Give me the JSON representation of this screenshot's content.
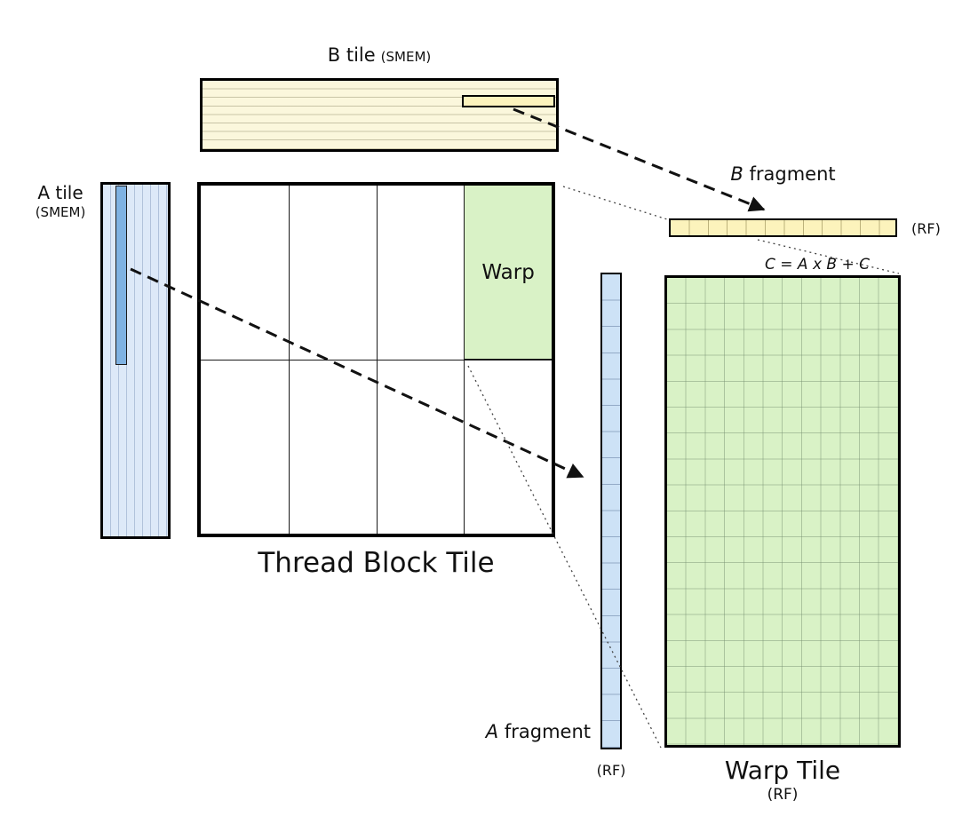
{
  "diagram": {
    "b_tile": {
      "label": "B tile",
      "mem": "(SMEM)"
    },
    "a_tile": {
      "label": "A tile",
      "mem": "(SMEM)"
    },
    "thread_block": {
      "label": "Thread Block Tile",
      "warp": "Warp"
    },
    "b_fragment": {
      "name_italic": "B",
      "name_rest": " fragment",
      "rf": "(RF)"
    },
    "a_fragment": {
      "name_italic": "A",
      "name_rest": " fragment",
      "rf": "(RF)"
    },
    "warp_tile": {
      "label": "Warp Tile",
      "rf": "(RF)",
      "equation": "C = A x B + C"
    },
    "colors": {
      "yellow_tile": "#FBF7DC",
      "yellow_fragment": "#FCF3BC",
      "blue_tile": "#DDE9F8",
      "blue_strip": "#7FB2E2",
      "blue_fragment": "#CDE2F6",
      "green_tile": "#D9F2C6",
      "line": "#000000"
    }
  }
}
